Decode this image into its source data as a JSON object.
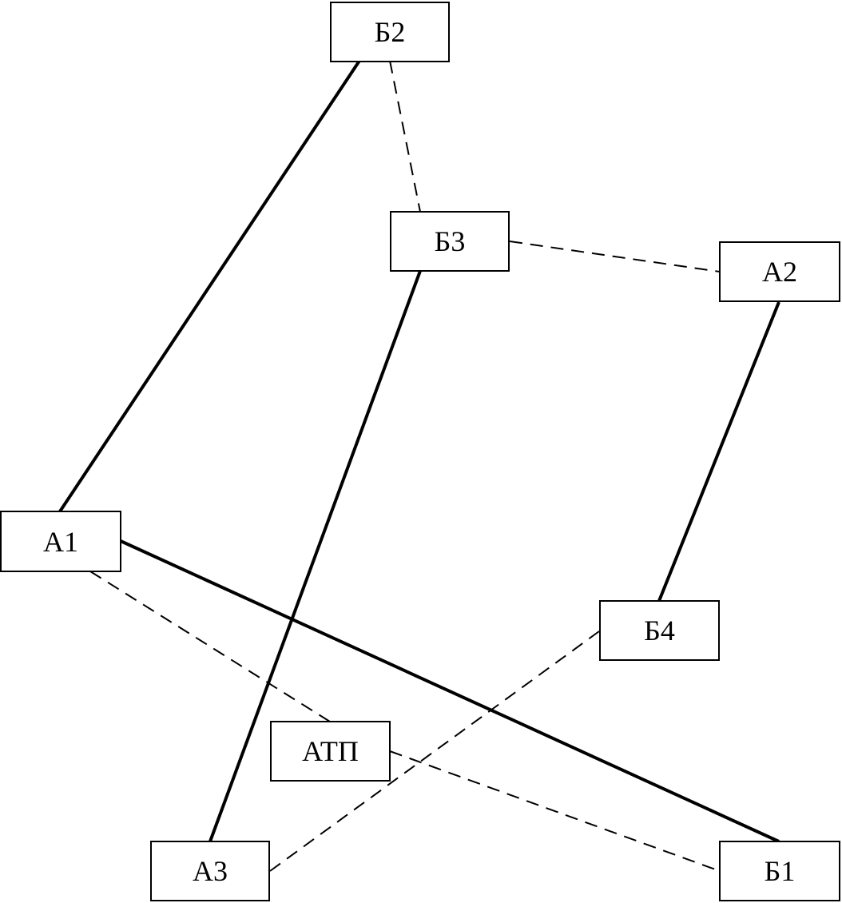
{
  "nodes": [
    {
      "id": "b2",
      "label": "Б2"
    },
    {
      "id": "b3",
      "label": "Б3"
    },
    {
      "id": "a2",
      "label": "А2"
    },
    {
      "id": "a1",
      "label": "А1"
    },
    {
      "id": "b4",
      "label": "Б4"
    },
    {
      "id": "atp",
      "label": "АТП"
    },
    {
      "id": "a3",
      "label": "А3"
    },
    {
      "id": "b1",
      "label": "Б1"
    }
  ],
  "edges": [
    {
      "from": "b2",
      "to": "a1",
      "style": "solid"
    },
    {
      "from": "b3",
      "to": "a3",
      "style": "solid"
    },
    {
      "from": "a2",
      "to": "b4",
      "style": "solid"
    },
    {
      "from": "a1",
      "to": "b1",
      "style": "solid"
    },
    {
      "from": "b2",
      "to": "b3",
      "style": "dashed"
    },
    {
      "from": "b3",
      "to": "a2",
      "style": "dashed"
    },
    {
      "from": "a1",
      "to": "atp",
      "style": "dashed"
    },
    {
      "from": "atp",
      "to": "b1",
      "style": "dashed"
    },
    {
      "from": "a3",
      "to": "b4",
      "style": "dashed"
    }
  ],
  "colors": {
    "line": "#000000",
    "background": "#ffffff"
  }
}
